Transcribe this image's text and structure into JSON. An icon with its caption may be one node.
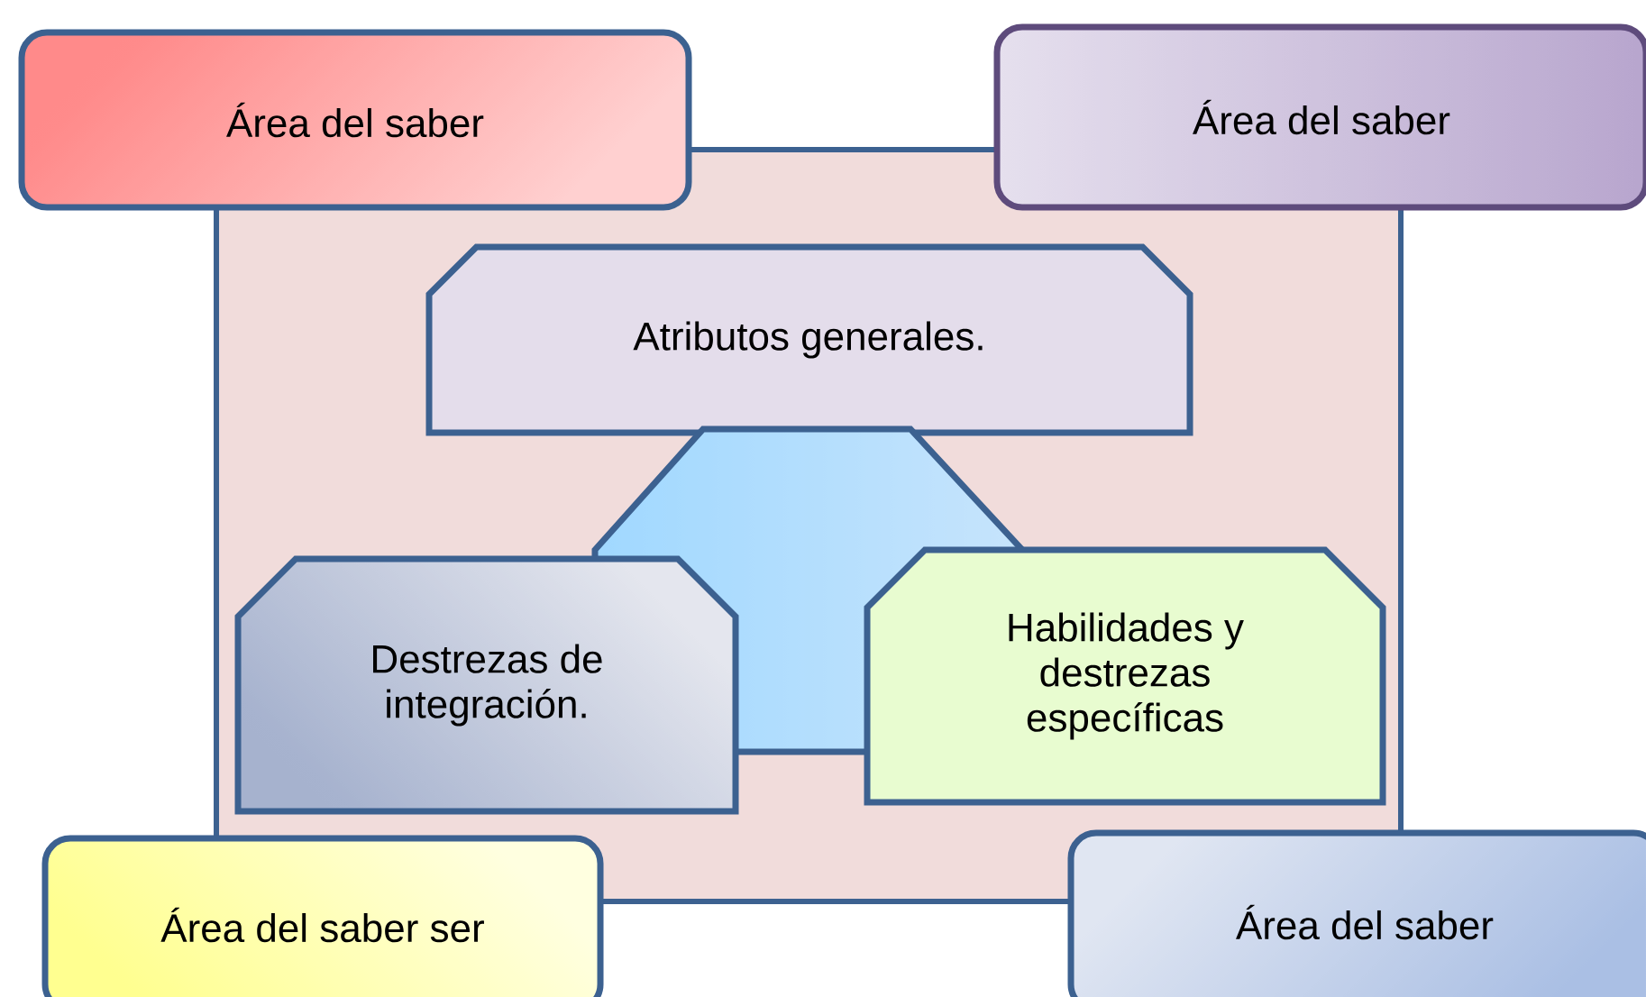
{
  "diagram": {
    "nodes": [
      {
        "text": [],
        "shape": "box"
      },
      {
        "text": [
          "Área del saber"
        ]
      },
      {
        "text": [
          "Área del saber"
        ]
      },
      {
        "text": [
          "Atributos generales."
        ],
        "in": 0
      },
      {
        "text": [],
        "shape": "trapezoid",
        "in": 0
      },
      {
        "text": [
          "Destrezas de integración."
        ],
        "in": 0
      },
      {
        "text": [
          "Habilidades y destrezas específicas"
        ],
        "in": 0
      },
      {
        "text": [
          "Área del saber ser"
        ]
      },
      {
        "text": [
          "Área del saber"
        ]
      }
    ]
  }
}
